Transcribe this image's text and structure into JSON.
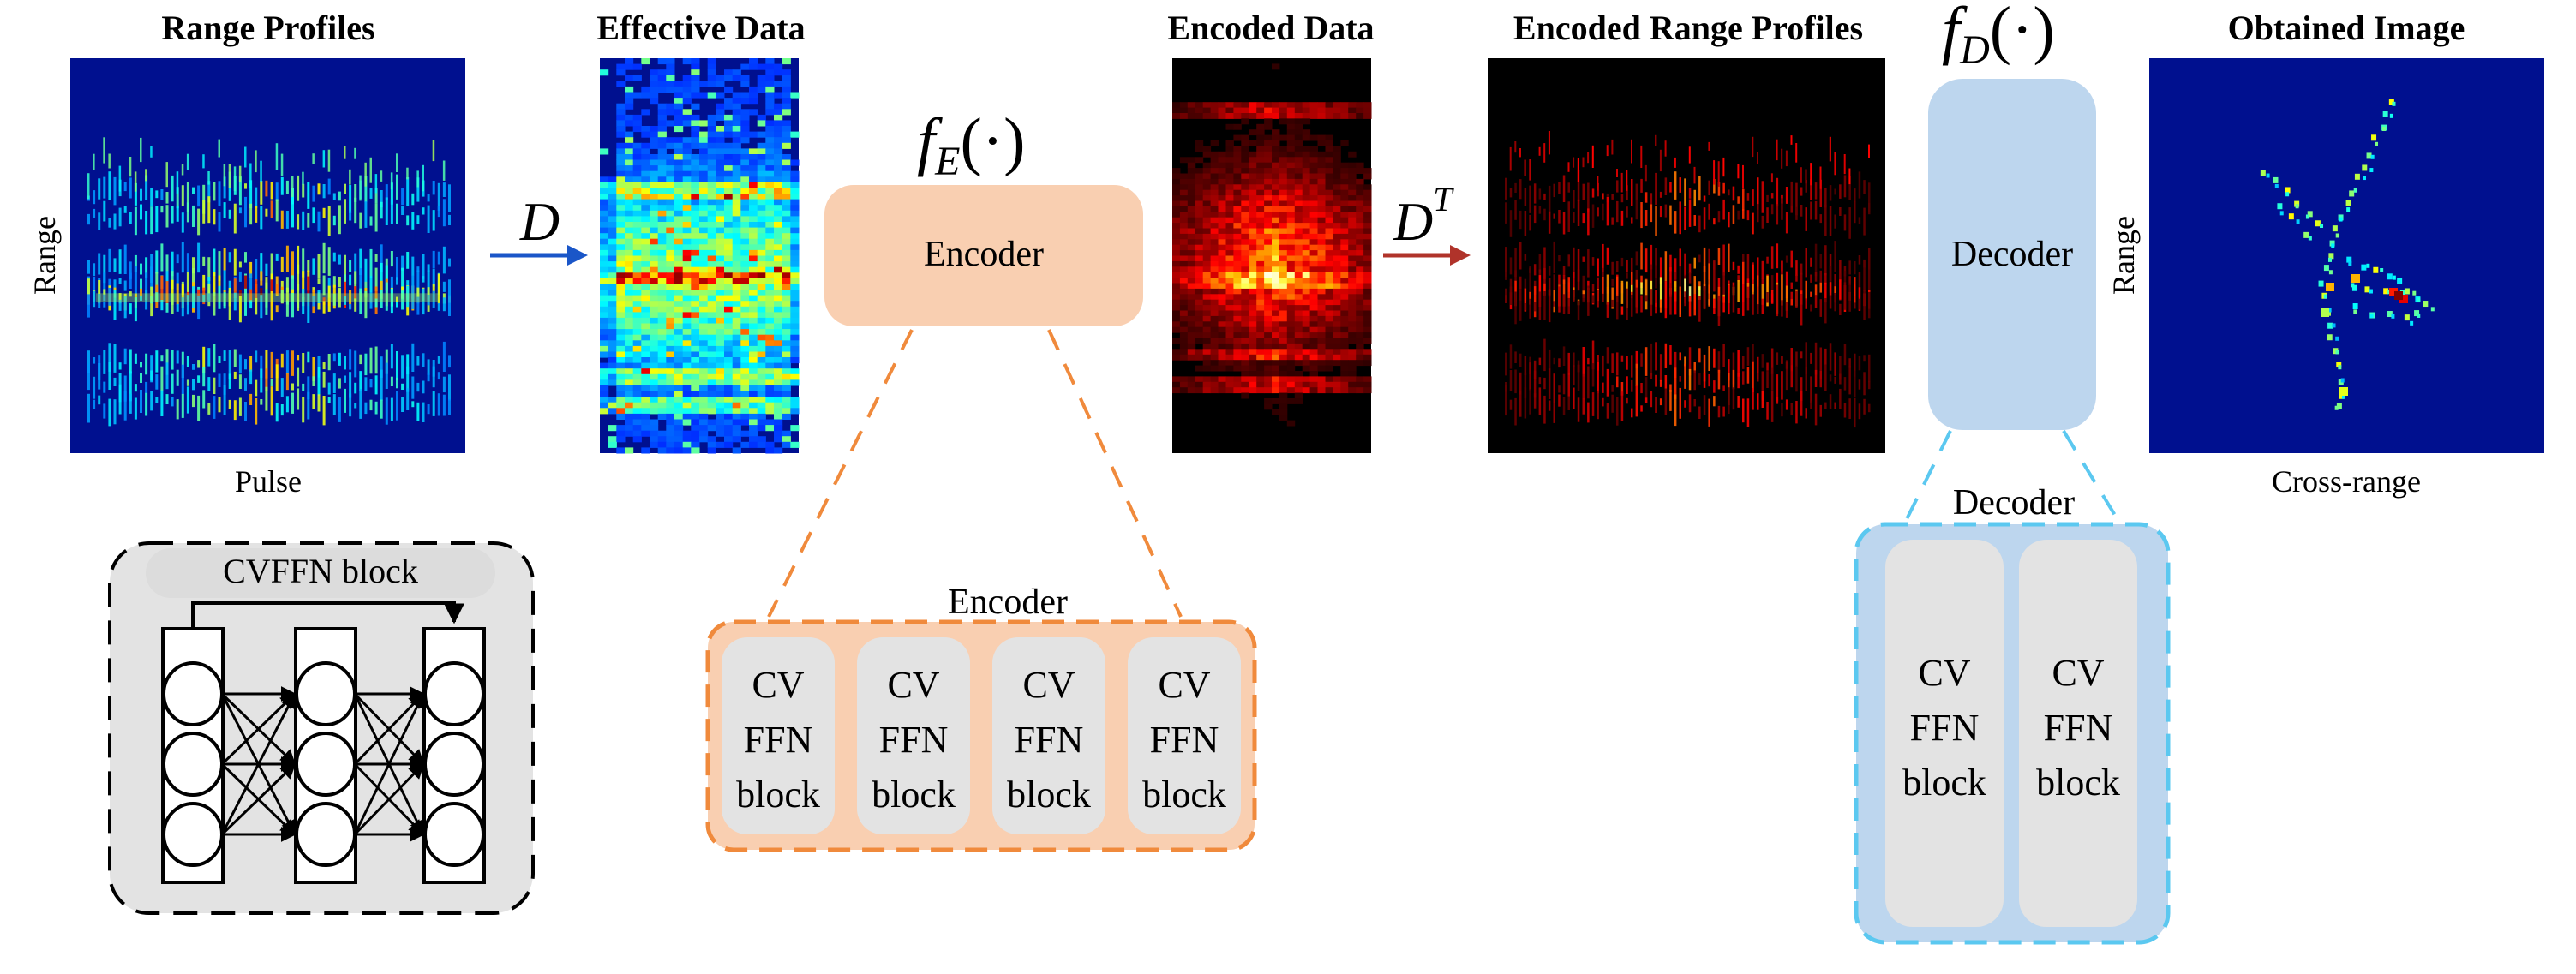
{
  "panels": {
    "range_profiles": {
      "title": "Range Profiles",
      "ylabel": "Range",
      "xlabel": "Pulse"
    },
    "effective_data": {
      "title": "Effective Data"
    },
    "encoded_data": {
      "title": "Encoded Data"
    },
    "encoded_range_profiles": {
      "title": "Encoded Range Profiles"
    },
    "obtained_image": {
      "title": "Obtained Image",
      "ylabel": "Range",
      "xlabel": "Cross-range"
    }
  },
  "operators": {
    "d_main": "D",
    "dt_main": "D",
    "dt_sup": "T",
    "fe_f": "f",
    "fe_sub": "E",
    "fe_arg": "(·)",
    "fd_f": "f",
    "fd_sub": "D",
    "fd_arg": "(·)"
  },
  "encoder": {
    "box_label": "Encoder",
    "expanded_title": "Encoder",
    "blocks": [
      {
        "l1": "CV",
        "l2": "FFN",
        "l3": "block"
      },
      {
        "l1": "CV",
        "l2": "FFN",
        "l3": "block"
      },
      {
        "l1": "CV",
        "l2": "FFN",
        "l3": "block"
      },
      {
        "l1": "CV",
        "l2": "FFN",
        "l3": "block"
      }
    ]
  },
  "decoder": {
    "box_label": "Decoder",
    "expanded_title": "Decoder",
    "blocks": [
      {
        "l1": "CV",
        "l2": "FFN",
        "l3": "block"
      },
      {
        "l1": "CV",
        "l2": "FFN",
        "l3": "block"
      }
    ]
  },
  "cvffn": {
    "title": "CVFFN block"
  },
  "colors": {
    "jet_background": "#00108f",
    "hot_background": "#000000",
    "encoder_fill": "#f9cfb1",
    "encoder_border": "#f08a3c",
    "decoder_fill": "#bdd6ee",
    "decoder_border": "#5bc8f0",
    "block_fill": "#e3e3e3",
    "arrow_blue": "#1a56c8",
    "arrow_red": "#b0332a"
  }
}
